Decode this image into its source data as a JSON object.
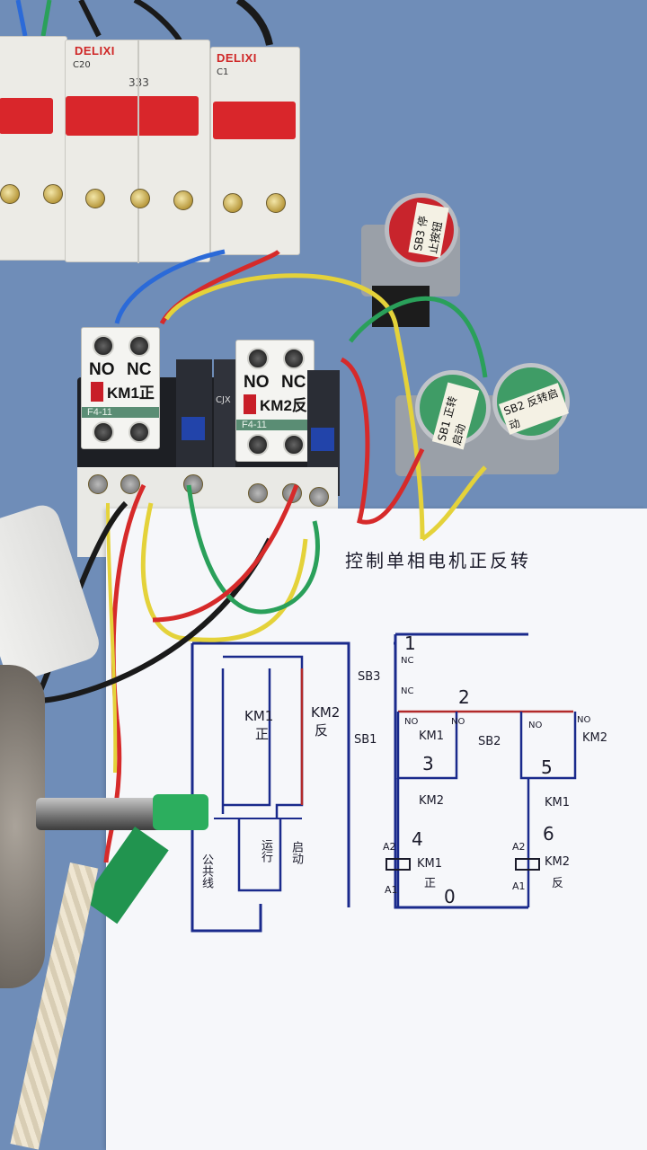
{
  "breakers": {
    "brand": "DELIXI",
    "rating_left": "C20",
    "rating_right": "C1",
    "handwritten_mark": "333"
  },
  "contactor_km1": {
    "label_no": "NO",
    "label_nc": "NC",
    "name": "KM1正",
    "model": "F4-11"
  },
  "contactor_km2": {
    "label_no": "NO",
    "label_nc": "NC",
    "name": "KM2反",
    "model": "F4-11"
  },
  "contactor_middle": {
    "model": "CJX"
  },
  "buttons": {
    "sb3": "SB3 停止按钮",
    "sb1": "SB1 正转启动",
    "sb2": "SB2 反转启动"
  },
  "diagram": {
    "title": "控制单相电机正反转",
    "main_circuit": {
      "km1": "KM1",
      "km1_sub": "正",
      "km2": "KM2",
      "km2_sub": "反",
      "run_winding": "运行",
      "start_winding": "启动",
      "common": "公共线"
    },
    "control_circuit": {
      "n1": "1",
      "n2": "2",
      "n3": "3",
      "n4": "4",
      "n5": "5",
      "n6": "6",
      "n0": "0",
      "sb3": "SB3",
      "sb1": "SB1",
      "sb2": "SB2",
      "nc": "NC",
      "no": "NO",
      "km1": "KM1",
      "km2": "KM2",
      "km1_coil": "KM1",
      "km1_coil_sub": "正",
      "km2_coil": "KM2",
      "km2_coil_sub": "反",
      "a1": "A1",
      "a2": "A2"
    }
  }
}
